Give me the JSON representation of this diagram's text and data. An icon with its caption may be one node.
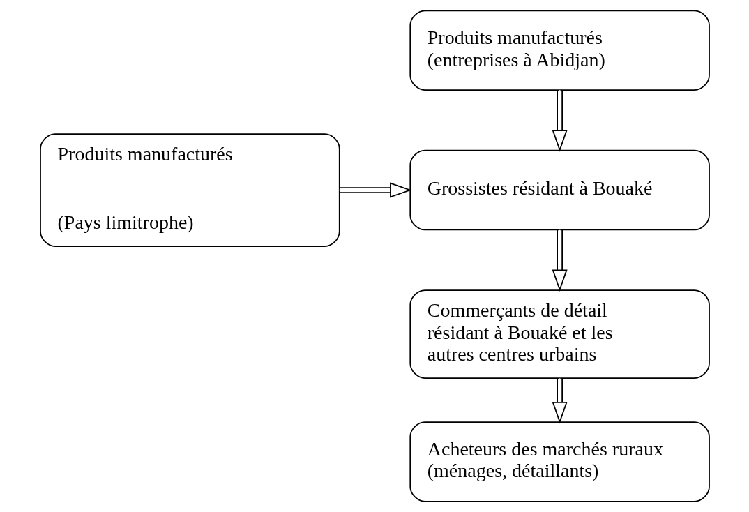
{
  "diagram": {
    "nodes": [
      {
        "text": [
          "Produits manufacturés (entreprises à Abidjan)"
        ]
      },
      {
        "text": [
          "Produits manufacturés",
          "(Pays limitrophe)"
        ]
      },
      {
        "text": [
          "Grossistes résidant à Bouaké"
        ]
      },
      {
        "text": [
          "Commerçants de détail résidant à Bouaké et les autres centres urbains"
        ]
      },
      {
        "text": [
          "Acheteurs des marchés ruraux (ménages, détaillants)"
        ]
      }
    ],
    "edges": [
      {
        "from": 0,
        "to": 2,
        "arrow": "to"
      },
      {
        "from": 1,
        "to": 2,
        "arrow": "to"
      },
      {
        "from": 2,
        "to": 3,
        "arrow": "to"
      },
      {
        "from": 3,
        "to": 4,
        "arrow": "to"
      }
    ]
  }
}
